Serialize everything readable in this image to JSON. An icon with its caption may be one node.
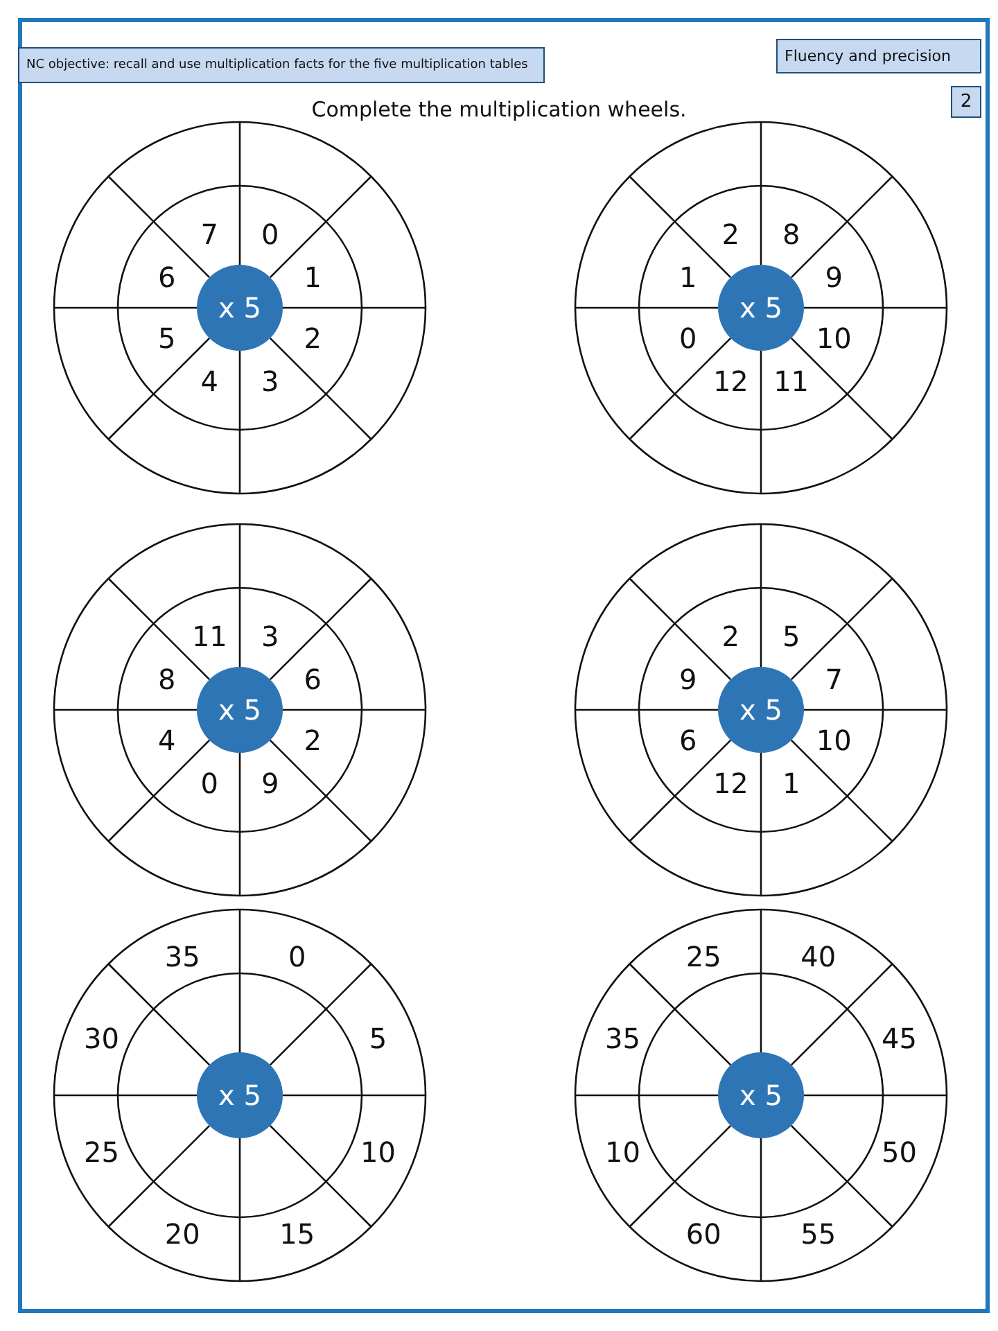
{
  "diagram": {
    "title": "Complete the multiplication wheels.",
    "nodes": [
      {
        "text": [
          "NC objective: recall and use multiplication facts for the five multiplication tables"
        ]
      },
      {
        "text": [
          "Fluency and precision"
        ]
      },
      {
        "text": [
          "2"
        ]
      },
      {
        "text": [
          "0",
          "1",
          "2",
          "3",
          "4",
          "5",
          "6",
          "7"
        ]
      },
      {
        "text": [
          "x 5"
        ],
        "in": 3
      },
      {
        "text": [
          "8",
          "9",
          "10",
          "11",
          "12",
          "0",
          "1",
          "2"
        ]
      },
      {
        "text": [
          "x 5"
        ],
        "in": 5
      },
      {
        "text": [
          "3",
          "6",
          "2",
          "9",
          "0",
          "4",
          "8",
          "11"
        ]
      },
      {
        "text": [
          "x 5"
        ],
        "in": 7
      },
      {
        "text": [
          "5",
          "7",
          "10",
          "1",
          "12",
          "6",
          "9",
          "2"
        ]
      },
      {
        "text": [
          "x 5"
        ],
        "in": 9
      },
      {
        "text": [
          "0",
          "5",
          "10",
          "15",
          "20",
          "25",
          "30",
          "35"
        ]
      },
      {
        "text": [
          "x 5"
        ],
        "in": 11
      },
      {
        "text": [
          "40",
          "45",
          "50",
          "55",
          "60",
          "10",
          "35",
          "25"
        ]
      },
      {
        "text": [
          "x 5"
        ],
        "in": 13
      }
    ],
    "edges": []
  }
}
